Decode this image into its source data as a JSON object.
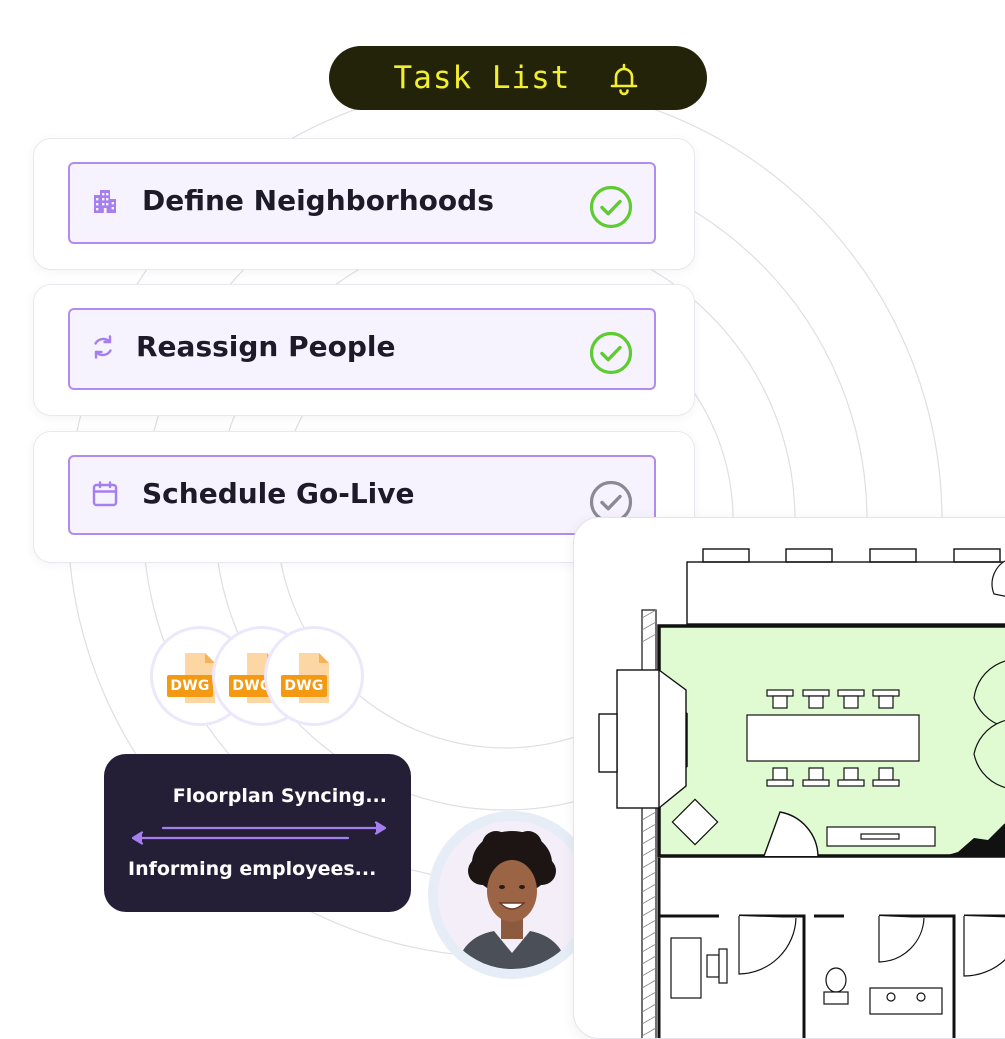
{
  "header": {
    "title": "Task List",
    "title_color": "#f2ef2e",
    "background": "#23230a",
    "icon": "bell-icon"
  },
  "tasks": [
    {
      "label": "Define Neighborhoods",
      "icon": "building-icon",
      "status": "complete"
    },
    {
      "label": "Reassign People",
      "icon": "refresh-icon",
      "status": "complete"
    },
    {
      "label": "Schedule Go-Live",
      "icon": "calendar-icon",
      "status": "pending"
    }
  ],
  "colors": {
    "accent_purple": "#b08cf0",
    "task_bg": "#f6f2fe",
    "check_complete": "#5ccc2e",
    "check_pending": "#8a8a92",
    "dwg_orange": "#f39a12",
    "sync_bg": "#241f37",
    "room_highlight": "#e0fbd1"
  },
  "files": [
    {
      "label": "DWG"
    },
    {
      "label": "DWG"
    },
    {
      "label": "DWG"
    }
  ],
  "sync": {
    "line1": "Floorplan Syncing...",
    "line2": "Informing employees..."
  }
}
